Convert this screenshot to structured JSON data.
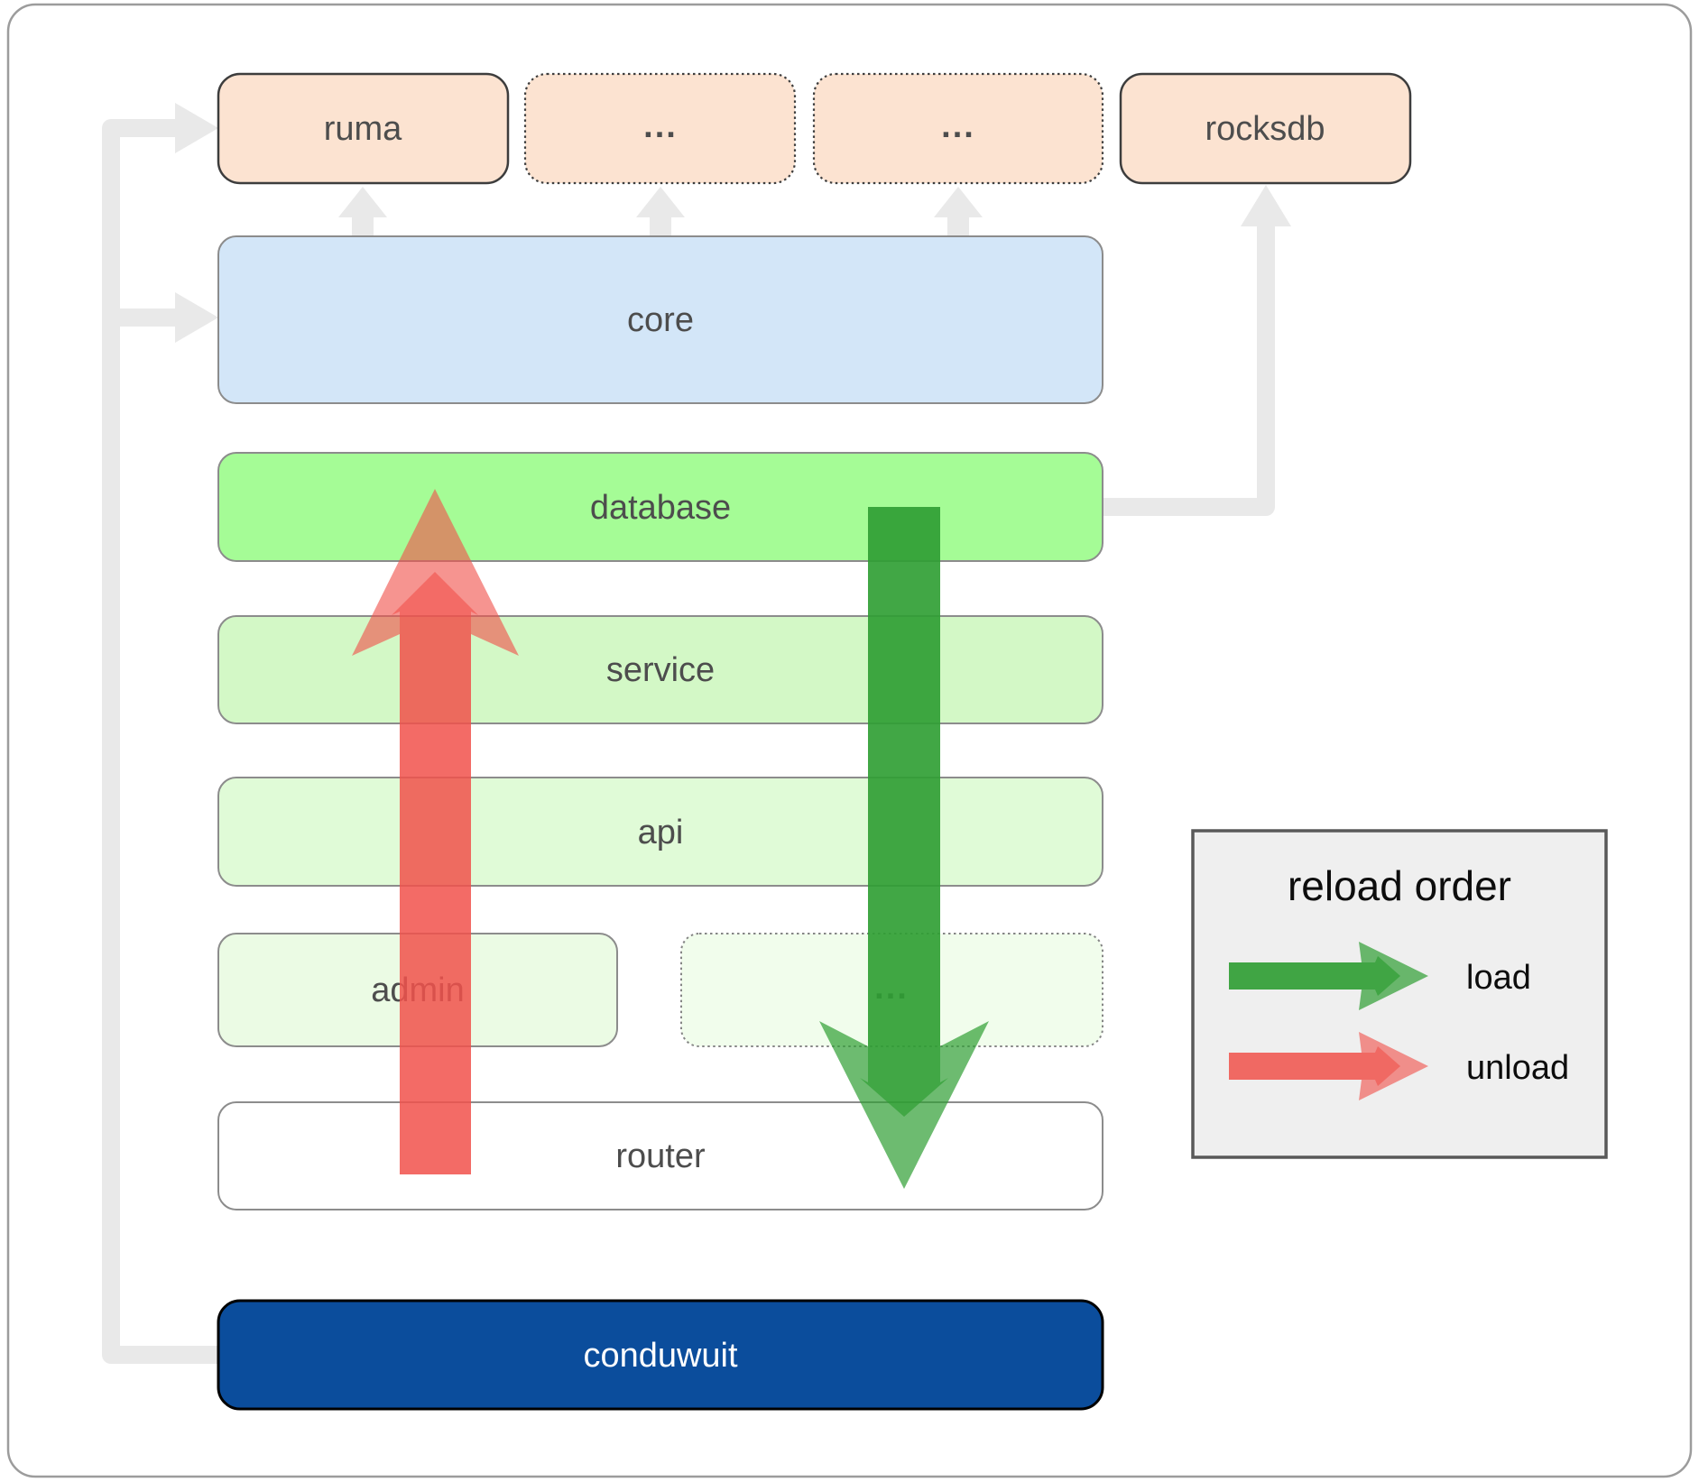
{
  "canvas": {
    "background": "#ffffff",
    "border_color": "#9c9c9c"
  },
  "nodes": {
    "ruma": {
      "label": "ruma",
      "fill": "#fce3d1",
      "border": "#3d3d3d",
      "border_style": "solid"
    },
    "dep_more1": {
      "label": "...",
      "fill": "#fce3d1",
      "border": "#3d3d3d",
      "border_style": "dotted"
    },
    "dep_more2": {
      "label": "...",
      "fill": "#fce3d1",
      "border": "#3d3d3d",
      "border_style": "dotted"
    },
    "rocksdb": {
      "label": "rocksdb",
      "fill": "#fce3d1",
      "border": "#3d3d3d",
      "border_style": "solid"
    },
    "core": {
      "label": "core",
      "fill": "#d3e6f8",
      "border": "#8c8c8c"
    },
    "database": {
      "label": "database",
      "fill": "#a5fc96",
      "border": "#8c8c8c"
    },
    "service": {
      "label": "service",
      "fill": "#d3f8c6",
      "border": "#8c8c8c"
    },
    "api": {
      "label": "api",
      "fill": "#e0fbd7",
      "border": "#8c8c8c"
    },
    "admin": {
      "label": "admin",
      "fill": "#ebfbe4",
      "border": "#8c8c8c",
      "border_style": "solid"
    },
    "svc_more": {
      "label": "...",
      "fill": "#f1fdec",
      "border": "#858585",
      "border_style": "dotted"
    },
    "router": {
      "label": "router",
      "fill": "#ffffff",
      "border": "#8c8c8c"
    },
    "conduwuit": {
      "label": "conduwuit",
      "fill": "#0b4d9c",
      "border": "#000000",
      "text_color": "#ffffff"
    }
  },
  "arrows": {
    "load": {
      "label": "load",
      "color": "#2f9e33"
    },
    "unload": {
      "label": "unload",
      "color": "#f0524c"
    },
    "connector": {
      "color": "#e9e9e9"
    }
  },
  "legend": {
    "title": "reload order",
    "load_label": "load",
    "unload_label": "unload",
    "fill": "#efefef",
    "border": "#595959"
  }
}
